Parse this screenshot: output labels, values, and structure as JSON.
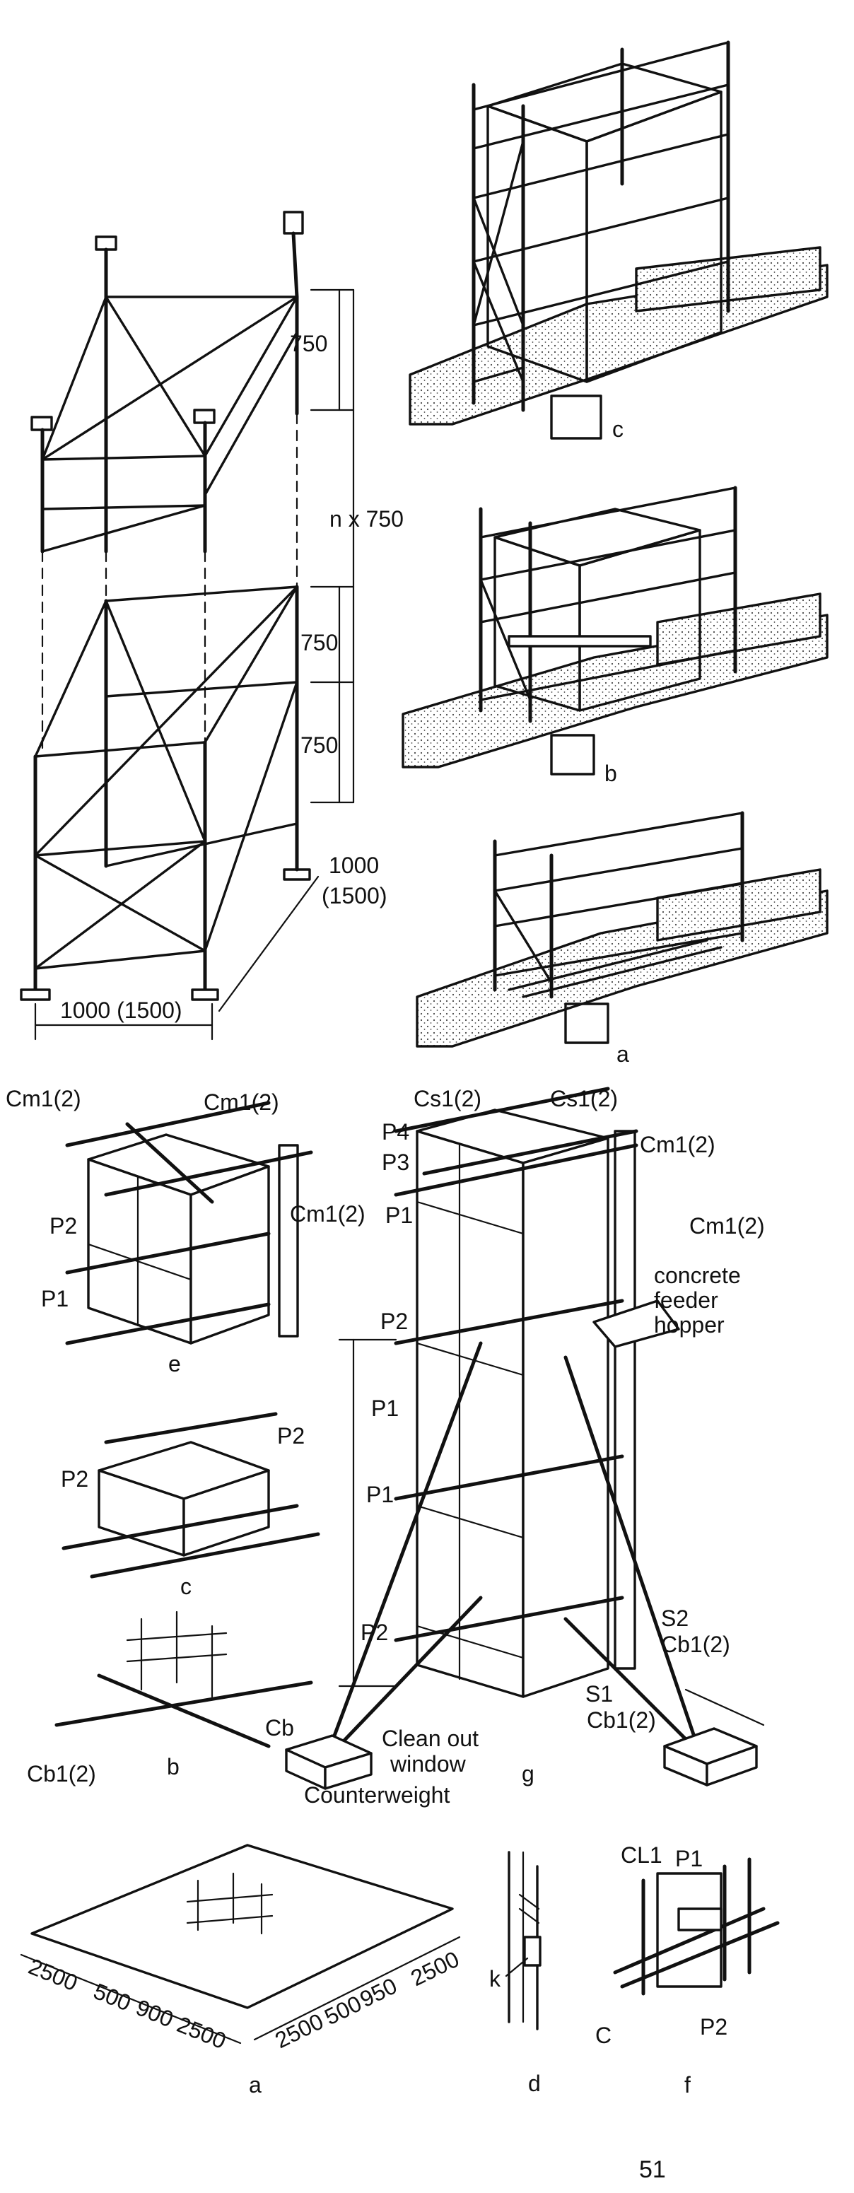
{
  "top_left": {
    "dims": {
      "upper_750": "750",
      "n_750": "n x 750",
      "mid_750": "750",
      "low_750": "750",
      "depth": "1000",
      "depth_alt": "(1500)",
      "width": "1000 (1500)"
    }
  },
  "top_right": {
    "captions": {
      "c": "c",
      "b": "b",
      "a": "a"
    }
  },
  "bottom": {
    "e": {
      "cm1_a": "Cm1(2)",
      "cm1_b": "Cm1(2)",
      "cm1_c": "Cm1(2)",
      "p2": "P2",
      "p1": "P1",
      "caption": "e"
    },
    "c": {
      "p2_left": "P2",
      "p2_right": "P2",
      "caption": "c"
    },
    "b": {
      "cb1": "Cb1(2)",
      "cb": "Cb",
      "caption": "b"
    },
    "g": {
      "cs1_a": "Cs1(2)",
      "cs1_b": "Cs1(2)",
      "p4": "P4",
      "p3": "P3",
      "cm1_a": "Cm1(2)",
      "cm1_b": "Cm1(2)",
      "p1_a": "P1",
      "p2_a": "P2",
      "p1_b": "P1",
      "p1_c": "P1",
      "p2_b": "P2",
      "hopper": [
        "concrete",
        "feeder",
        "hopper"
      ],
      "s2": "S2",
      "cb1_a": "Cb1(2)",
      "s1": "S1",
      "cb1_b": "Cb1(2)",
      "window": [
        "Clean out",
        "window"
      ],
      "counterweight": "Counterweight",
      "caption": "g"
    },
    "a": {
      "dims_left": [
        "2500",
        "500",
        "900",
        "2500"
      ],
      "dims_right": [
        "2500",
        "500",
        "950",
        "2500"
      ],
      "caption": "a"
    },
    "d": {
      "k": "k",
      "caption": "d"
    },
    "f": {
      "cl1": "CL1",
      "p1": "P1",
      "c": "C",
      "p2": "P2",
      "caption": "f"
    }
  },
  "page_number": "51"
}
